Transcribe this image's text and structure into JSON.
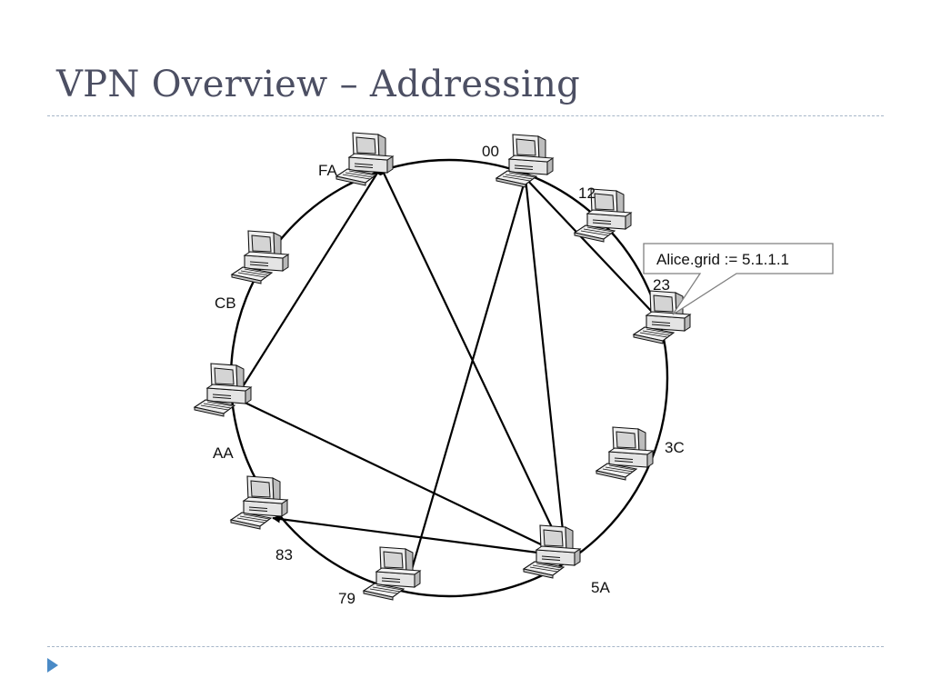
{
  "slide": {
    "title": "VPN Overview – Addressing"
  },
  "callout": {
    "text": "Alice.grid := 5.1.1.1"
  },
  "nodes": [
    {
      "id": "00",
      "label": "00"
    },
    {
      "id": "12",
      "label": "12"
    },
    {
      "id": "23",
      "label": "23"
    },
    {
      "id": "3C",
      "label": "3C"
    },
    {
      "id": "5A",
      "label": "5A"
    },
    {
      "id": "79",
      "label": "79"
    },
    {
      "id": "83",
      "label": "83"
    },
    {
      "id": "AA",
      "label": "AA"
    },
    {
      "id": "CB",
      "label": "CB"
    },
    {
      "id": "FA",
      "label": "FA"
    }
  ],
  "ring_order": [
    "00",
    "12",
    "23",
    "3C",
    "5A",
    "79",
    "83",
    "AA",
    "CB",
    "FA"
  ],
  "links": [
    {
      "from": "00",
      "to": "23",
      "direction": "forward"
    },
    {
      "from": "00",
      "to": "5A",
      "direction": "forward"
    },
    {
      "from": "00",
      "to": "79",
      "direction": "forward"
    },
    {
      "from": "AA",
      "to": "FA",
      "direction": "forward"
    },
    {
      "from": "AA",
      "to": "5A",
      "direction": "forward"
    },
    {
      "from": "5A",
      "to": "FA",
      "direction": "both"
    },
    {
      "from": "5A",
      "to": "83",
      "direction": "both"
    }
  ],
  "colors": {
    "title": "#4c4f63",
    "rule": "#a6b6c8",
    "marker": "#4a8ac6",
    "line": "#000000",
    "callout_border": "#7f7f7f",
    "callout_fill": "#ffffff",
    "computer_body": "#e8e8e8",
    "computer_screen": "#d8d8d8"
  }
}
